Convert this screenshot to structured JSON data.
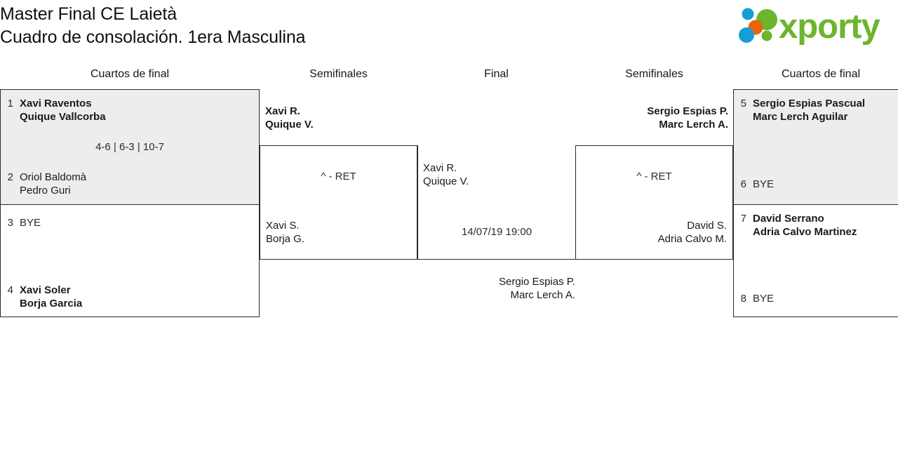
{
  "header": {
    "title_line1": "Master Final CE Laietà",
    "title_line2": "Cuadro de consolación. 1era Masculina",
    "logo_text": "xporty",
    "logo_colors": {
      "green": "#6cb52d",
      "blue": "#189cd8",
      "orange": "#e8650d"
    }
  },
  "rounds": [
    {
      "label": "Cuartos de final"
    },
    {
      "label": "Semifinales"
    },
    {
      "label": "Final"
    },
    {
      "label": "Semifinales"
    },
    {
      "label": "Cuartos de final"
    }
  ],
  "matches": {
    "qf_left_top": {
      "score": "4-6 | 6-3 | 10-7",
      "top": {
        "seed": "1",
        "line1": "Xavi Raventos",
        "line2": "Quique Vallcorba",
        "winner": true
      },
      "bottom": {
        "seed": "2",
        "line1": "Oriol Baldomà",
        "line2": "Pedro Guri",
        "winner": false
      }
    },
    "qf_left_bottom": {
      "score": "",
      "top": {
        "seed": "3",
        "line1": "BYE",
        "line2": "",
        "winner": false
      },
      "bottom": {
        "seed": "4",
        "line1": "Xavi Soler",
        "line2": "Borja Garcia",
        "winner": true
      }
    },
    "sf_left": {
      "score": "^ - RET",
      "top": {
        "seed": "",
        "line1": "Xavi R.",
        "line2": "Quique V.",
        "winner": true
      },
      "bottom": {
        "seed": "",
        "line1": "Xavi S.",
        "line2": "Borja G.",
        "winner": false
      }
    },
    "final": {
      "score": "14/07/19 19:00",
      "top": {
        "seed": "",
        "line1": "Xavi R.",
        "line2": "Quique V.",
        "winner": false
      },
      "bottom": {
        "seed": "",
        "line1": "Sergio Espias P.",
        "line2": "Marc Lerch A.",
        "winner": false
      }
    },
    "sf_right": {
      "score": "^ - RET",
      "top": {
        "seed": "",
        "line1": "Sergio Espias P.",
        "line2": "Marc Lerch A.",
        "winner": true
      },
      "bottom": {
        "seed": "",
        "line1": "David S.",
        "line2": "Adria Calvo M.",
        "winner": false
      }
    },
    "qf_right_top": {
      "score": "",
      "top": {
        "seed": "5",
        "line1": "Sergio Espias Pascual",
        "line2": "Marc Lerch Aguilar",
        "winner": true
      },
      "bottom": {
        "seed": "6",
        "line1": "BYE",
        "line2": "",
        "winner": false
      }
    },
    "qf_right_bottom": {
      "score": "",
      "top": {
        "seed": "7",
        "line1": "David Serrano",
        "line2": "Adria Calvo Martinez",
        "winner": true
      },
      "bottom": {
        "seed": "8",
        "line1": "BYE",
        "line2": "",
        "winner": false
      }
    }
  }
}
